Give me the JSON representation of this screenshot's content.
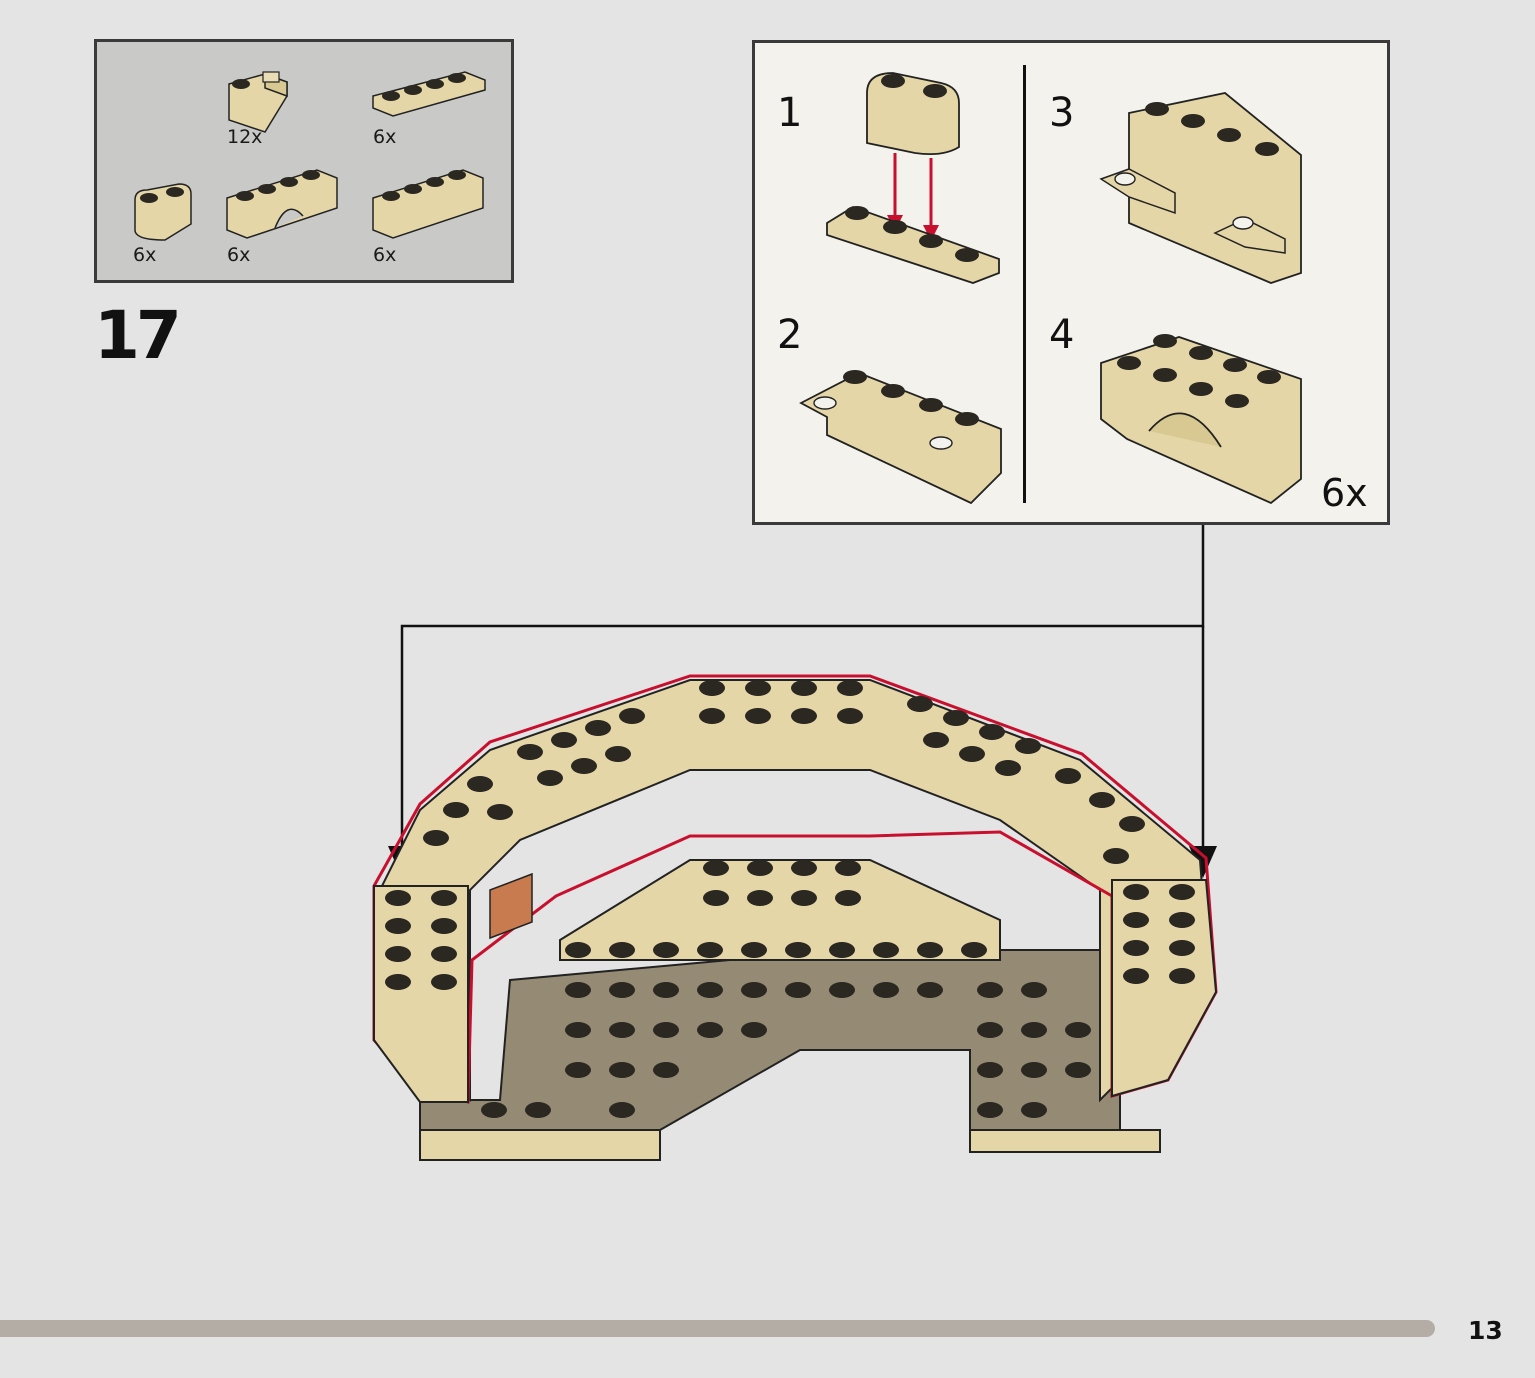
{
  "step": {
    "number": "17"
  },
  "parts": [
    {
      "icon": "slope-brick-icon",
      "quantity": "12x"
    },
    {
      "icon": "plate-1x4-icon",
      "quantity": "6x"
    },
    {
      "icon": "brick-1x2-rounded-icon",
      "quantity": "6x"
    },
    {
      "icon": "arch-brick-1x4-icon",
      "quantity": "6x"
    },
    {
      "icon": "brick-1x4-icon",
      "quantity": "6x"
    }
  ],
  "subassembly": {
    "substeps": [
      "1",
      "2",
      "3",
      "4"
    ],
    "repeat": "6x"
  },
  "colors": {
    "tan": "#e4d6a7",
    "dark_tan": "#958a73",
    "stud_dark": "#2b2721",
    "highlight_red": "#c8102e",
    "panel_grey": "#c9c9c7",
    "panel_cream": "#f3f2ec"
  },
  "footer": {
    "page_number": "13"
  }
}
